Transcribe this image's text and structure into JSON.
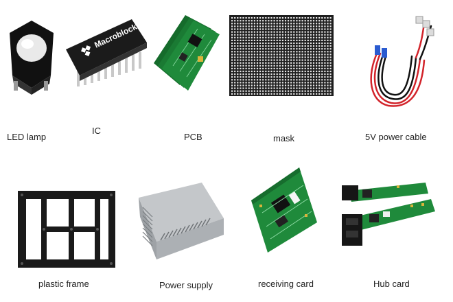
{
  "components": [
    {
      "id": "led-lamp",
      "label": "LED  lamp"
    },
    {
      "id": "ic",
      "label": "IC",
      "chip_text": "Macroblock"
    },
    {
      "id": "pcb",
      "label": "PCB"
    },
    {
      "id": "mask",
      "label": "mask"
    },
    {
      "id": "power-cable",
      "label": "5V power cable"
    },
    {
      "id": "plastic-frame",
      "label": "plastic frame"
    },
    {
      "id": "power-supply",
      "label": "Power supply"
    },
    {
      "id": "receiving-card",
      "label": "receiving card"
    },
    {
      "id": "hub-card",
      "label": "Hub  card"
    }
  ],
  "colors": {
    "pcb_green": "#1f8a3b",
    "cable_red": "#d2232a",
    "frame_black": "#1a1a1a",
    "psu_silver": "#b8bcc0"
  }
}
